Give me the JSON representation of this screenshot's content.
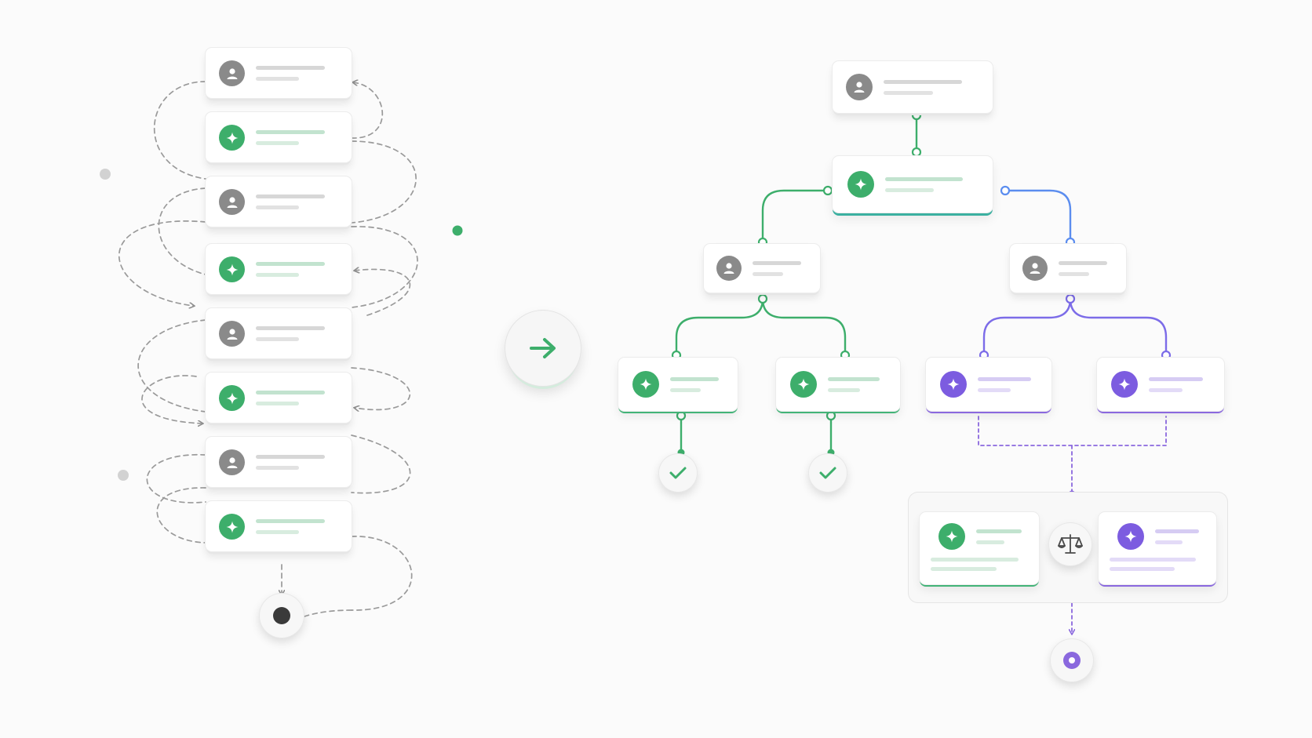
{
  "colors": {
    "green": "#3dae6b",
    "blue": "#5b8def",
    "purple": "#8a68de",
    "gray_link": "#9a9a9a",
    "user_avatar": "#8a8a8a"
  },
  "icons": {
    "user": "person-icon",
    "ai": "sparkle-icon",
    "arrow": "arrow-right-icon",
    "check": "checkmark-icon",
    "scale": "balance-scale-icon",
    "stop": "record-dot-icon",
    "target": "target-icon"
  },
  "left_sequence": {
    "cards": [
      {
        "kind": "user"
      },
      {
        "kind": "ai"
      },
      {
        "kind": "user"
      },
      {
        "kind": "ai"
      },
      {
        "kind": "user"
      },
      {
        "kind": "ai"
      },
      {
        "kind": "user"
      },
      {
        "kind": "ai"
      }
    ]
  },
  "tree": {
    "root": {
      "kind": "user"
    },
    "main_ai": {
      "kind": "ai"
    },
    "branches": [
      {
        "color": "green",
        "user": {
          "kind": "user"
        },
        "leaves": [
          {
            "kind": "ai",
            "accent": "green",
            "result": "check"
          },
          {
            "kind": "ai",
            "accent": "green",
            "result": "check"
          }
        ]
      },
      {
        "color": "blue",
        "user": {
          "kind": "user"
        },
        "leaves": [
          {
            "kind": "ai_purple",
            "accent": "purple"
          },
          {
            "kind": "ai_purple",
            "accent": "purple"
          }
        ]
      }
    ],
    "comparison": {
      "left": {
        "kind": "ai",
        "accent": "green"
      },
      "right": {
        "kind": "ai_purple",
        "accent": "purple"
      }
    }
  }
}
